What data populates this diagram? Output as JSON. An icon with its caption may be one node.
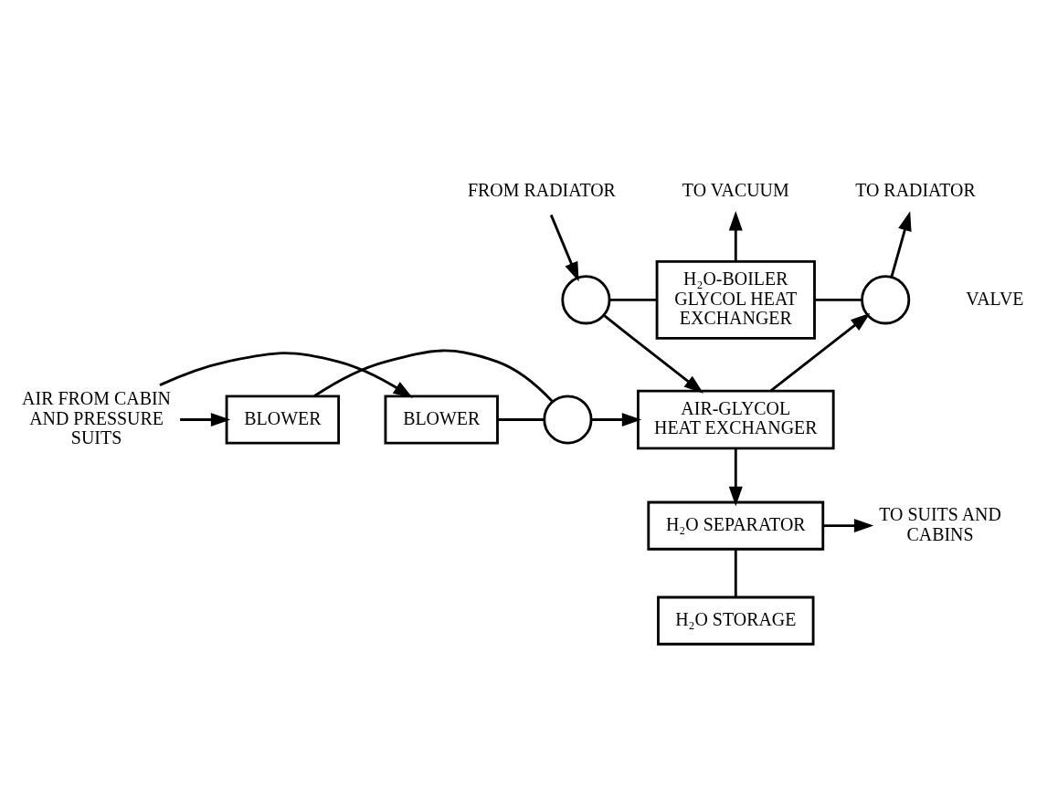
{
  "diagram": {
    "nodes": [
      {
        "text": [
          "FROM RADIATOR"
        ]
      },
      {
        "text": [
          "TO VACUUM"
        ]
      },
      {
        "text": [
          "TO RADIATOR"
        ]
      },
      {
        "text": [],
        "shape": "circle"
      },
      {
        "text": [
          "H₂O-BOILER GLYCOL HEAT EXCHANGER"
        ]
      },
      {
        "text": [],
        "shape": "circle",
        "beside": [
          "VALVE"
        ]
      },
      {
        "text": [
          "AIR-GLYCOL HEAT EXCHANGER"
        ]
      },
      {
        "text": [
          "BLOWER"
        ]
      },
      {
        "text": [
          "BLOWER"
        ]
      },
      {
        "text": [],
        "shape": "circle"
      },
      {
        "text": [
          "AIR FROM CABIN AND PRESSURE SUITS"
        ]
      },
      {
        "text": [
          "H₂O SEPARATOR"
        ]
      },
      {
        "text": [
          "TO SUITS AND CABINS"
        ]
      },
      {
        "text": [
          "H₂O STORAGE"
        ]
      }
    ],
    "edges": [
      {
        "from": 0,
        "to": 3,
        "arrow": "to"
      },
      {
        "from": 4,
        "to": 1,
        "arrow": "to"
      },
      {
        "from": 5,
        "to": 2,
        "arrow": "to"
      },
      {
        "from": 3,
        "to": 4,
        "arrow": "none"
      },
      {
        "from": 4,
        "to": 5,
        "arrow": "none"
      },
      {
        "from": 3,
        "to": 6,
        "arrow": "to"
      },
      {
        "from": 6,
        "to": 5,
        "arrow": "to"
      },
      {
        "from": 9,
        "to": 6,
        "arrow": "to"
      },
      {
        "from": 7,
        "to": 9,
        "arrow": "none"
      },
      {
        "from": 8,
        "to": 9,
        "arrow": "none"
      },
      {
        "from": 10,
        "to": 7,
        "arrow": "to"
      },
      {
        "from": 10,
        "to": 8,
        "arrow": "to"
      },
      {
        "from": 6,
        "to": 11,
        "arrow": "to"
      },
      {
        "from": 11,
        "to": 12,
        "arrow": "to"
      },
      {
        "from": 11,
        "to": 13,
        "arrow": "none"
      }
    ]
  }
}
